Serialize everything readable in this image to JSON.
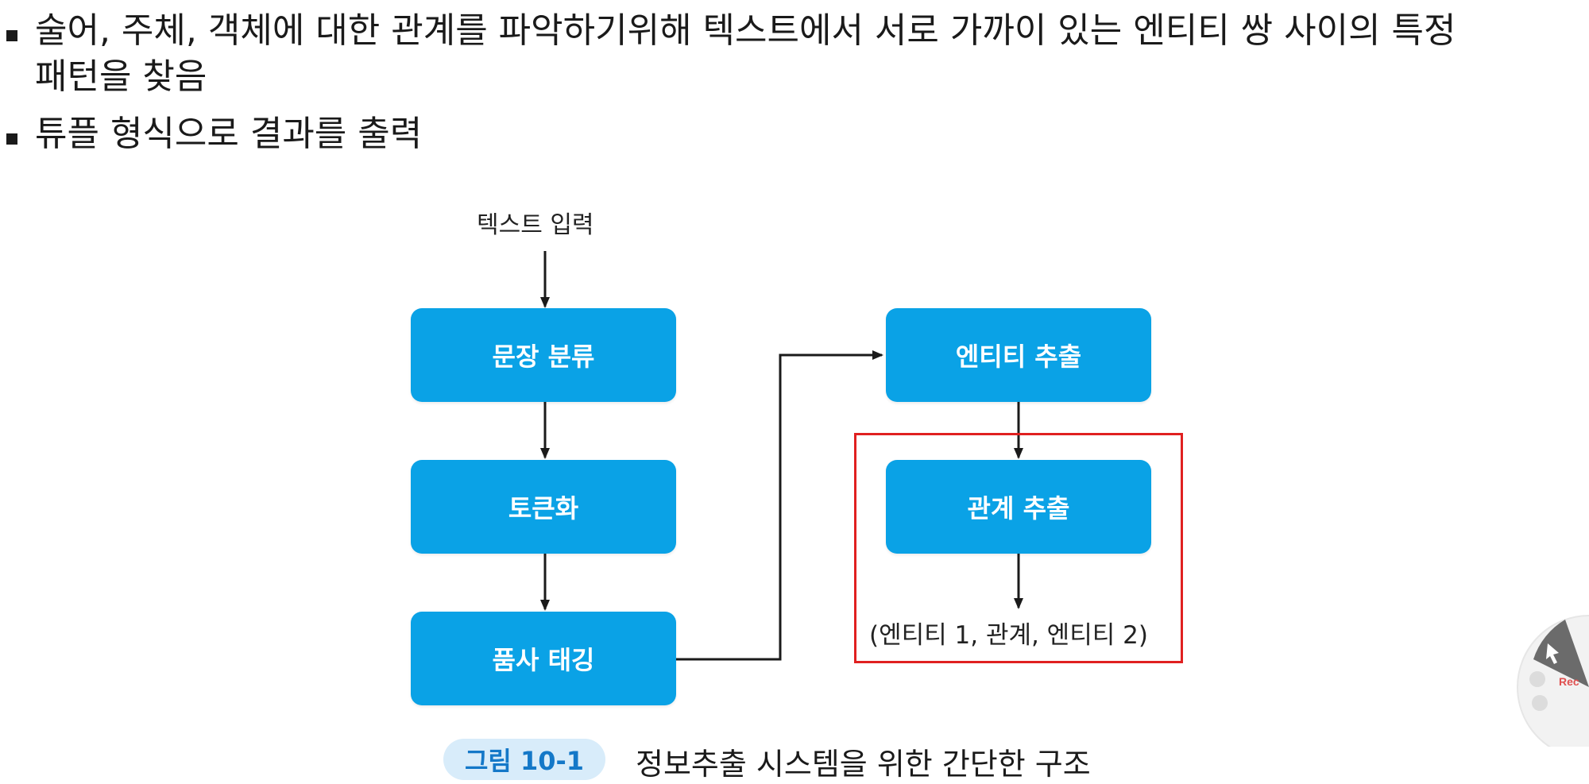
{
  "bullets": [
    {
      "line1": "술어, 주체, 객체에 대한 관계를 파악하기위해 텍스트에서 서로 가까이 있는 엔티티 쌍 사이의 특정",
      "line2": "패턴을 찾음"
    },
    {
      "line1": "튜플 형식으로 결과를 출력"
    }
  ],
  "diagram": {
    "input_label": "텍스트 입력",
    "boxes": {
      "sentence_classification": "문장 분류",
      "tokenization": "토큰화",
      "pos_tagging": "품사 태깅",
      "entity_extraction": "엔티티 추출",
      "relation_extraction": "관계 추출"
    },
    "output_label": "(엔티티 1, 관계, 엔티티 2)",
    "colors": {
      "box": "#0aa2e6",
      "highlight_frame": "#e02020",
      "arrow": "#1a1a1a"
    }
  },
  "caption": {
    "badge": "그림 10-1",
    "text": "정보추출 시스템을 위한 간단한 구조"
  },
  "recorder": {
    "label": "Rec"
  }
}
